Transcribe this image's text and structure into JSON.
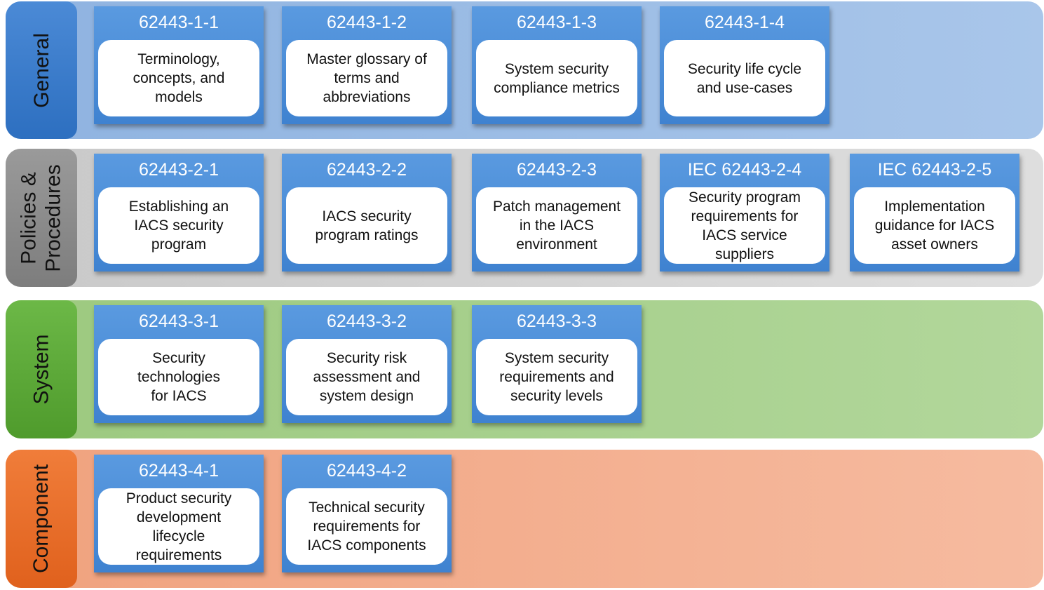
{
  "bands": [
    {
      "label": "General",
      "cards": [
        {
          "code": "62443-1-1",
          "title": "Terminology,\nconcepts, and\nmodels"
        },
        {
          "code": "62443-1-2",
          "title": "Master glossary of\nterms and\nabbreviations"
        },
        {
          "code": "62443-1-3",
          "title": "System security\ncompliance metrics"
        },
        {
          "code": "62443-1-4",
          "title": "Security life cycle\nand use-cases"
        }
      ]
    },
    {
      "label": "Policies &\nProcedures",
      "cards": [
        {
          "code": "62443-2-1",
          "title": "Establishing an\nIACS security\nprogram"
        },
        {
          "code": "62443-2-2",
          "title": "IACS security\nprogram ratings"
        },
        {
          "code": "62443-2-3",
          "title": "Patch management\nin the IACS\nenvironment"
        },
        {
          "code": "IEC 62443-2-4",
          "title": "Security program\nrequirements for\nIACS service\nsuppliers"
        },
        {
          "code": "IEC 62443-2-5",
          "title": "Implementation\nguidance for IACS\nasset owners"
        }
      ]
    },
    {
      "label": "System",
      "cards": [
        {
          "code": "62443-3-1",
          "title": "Security\ntechnologies\nfor IACS"
        },
        {
          "code": "62443-3-2",
          "title": "Security risk\nassessment and\nsystem design"
        },
        {
          "code": "62443-3-3",
          "title": "System security\nrequirements and\nsecurity levels"
        }
      ]
    },
    {
      "label": "Component",
      "cards": [
        {
          "code": "62443-4-1",
          "title": "Product security\ndevelopment\nlifecycle\nrequirements"
        },
        {
          "code": "62443-4-2",
          "title": "Technical security\nrequirements for\nIACS components"
        }
      ]
    }
  ],
  "colors": {
    "general": "#2d6fc0",
    "policies": "#8a8a8a",
    "system": "#5aa637",
    "component": "#ea6c26",
    "card": "#4a8ad6"
  }
}
